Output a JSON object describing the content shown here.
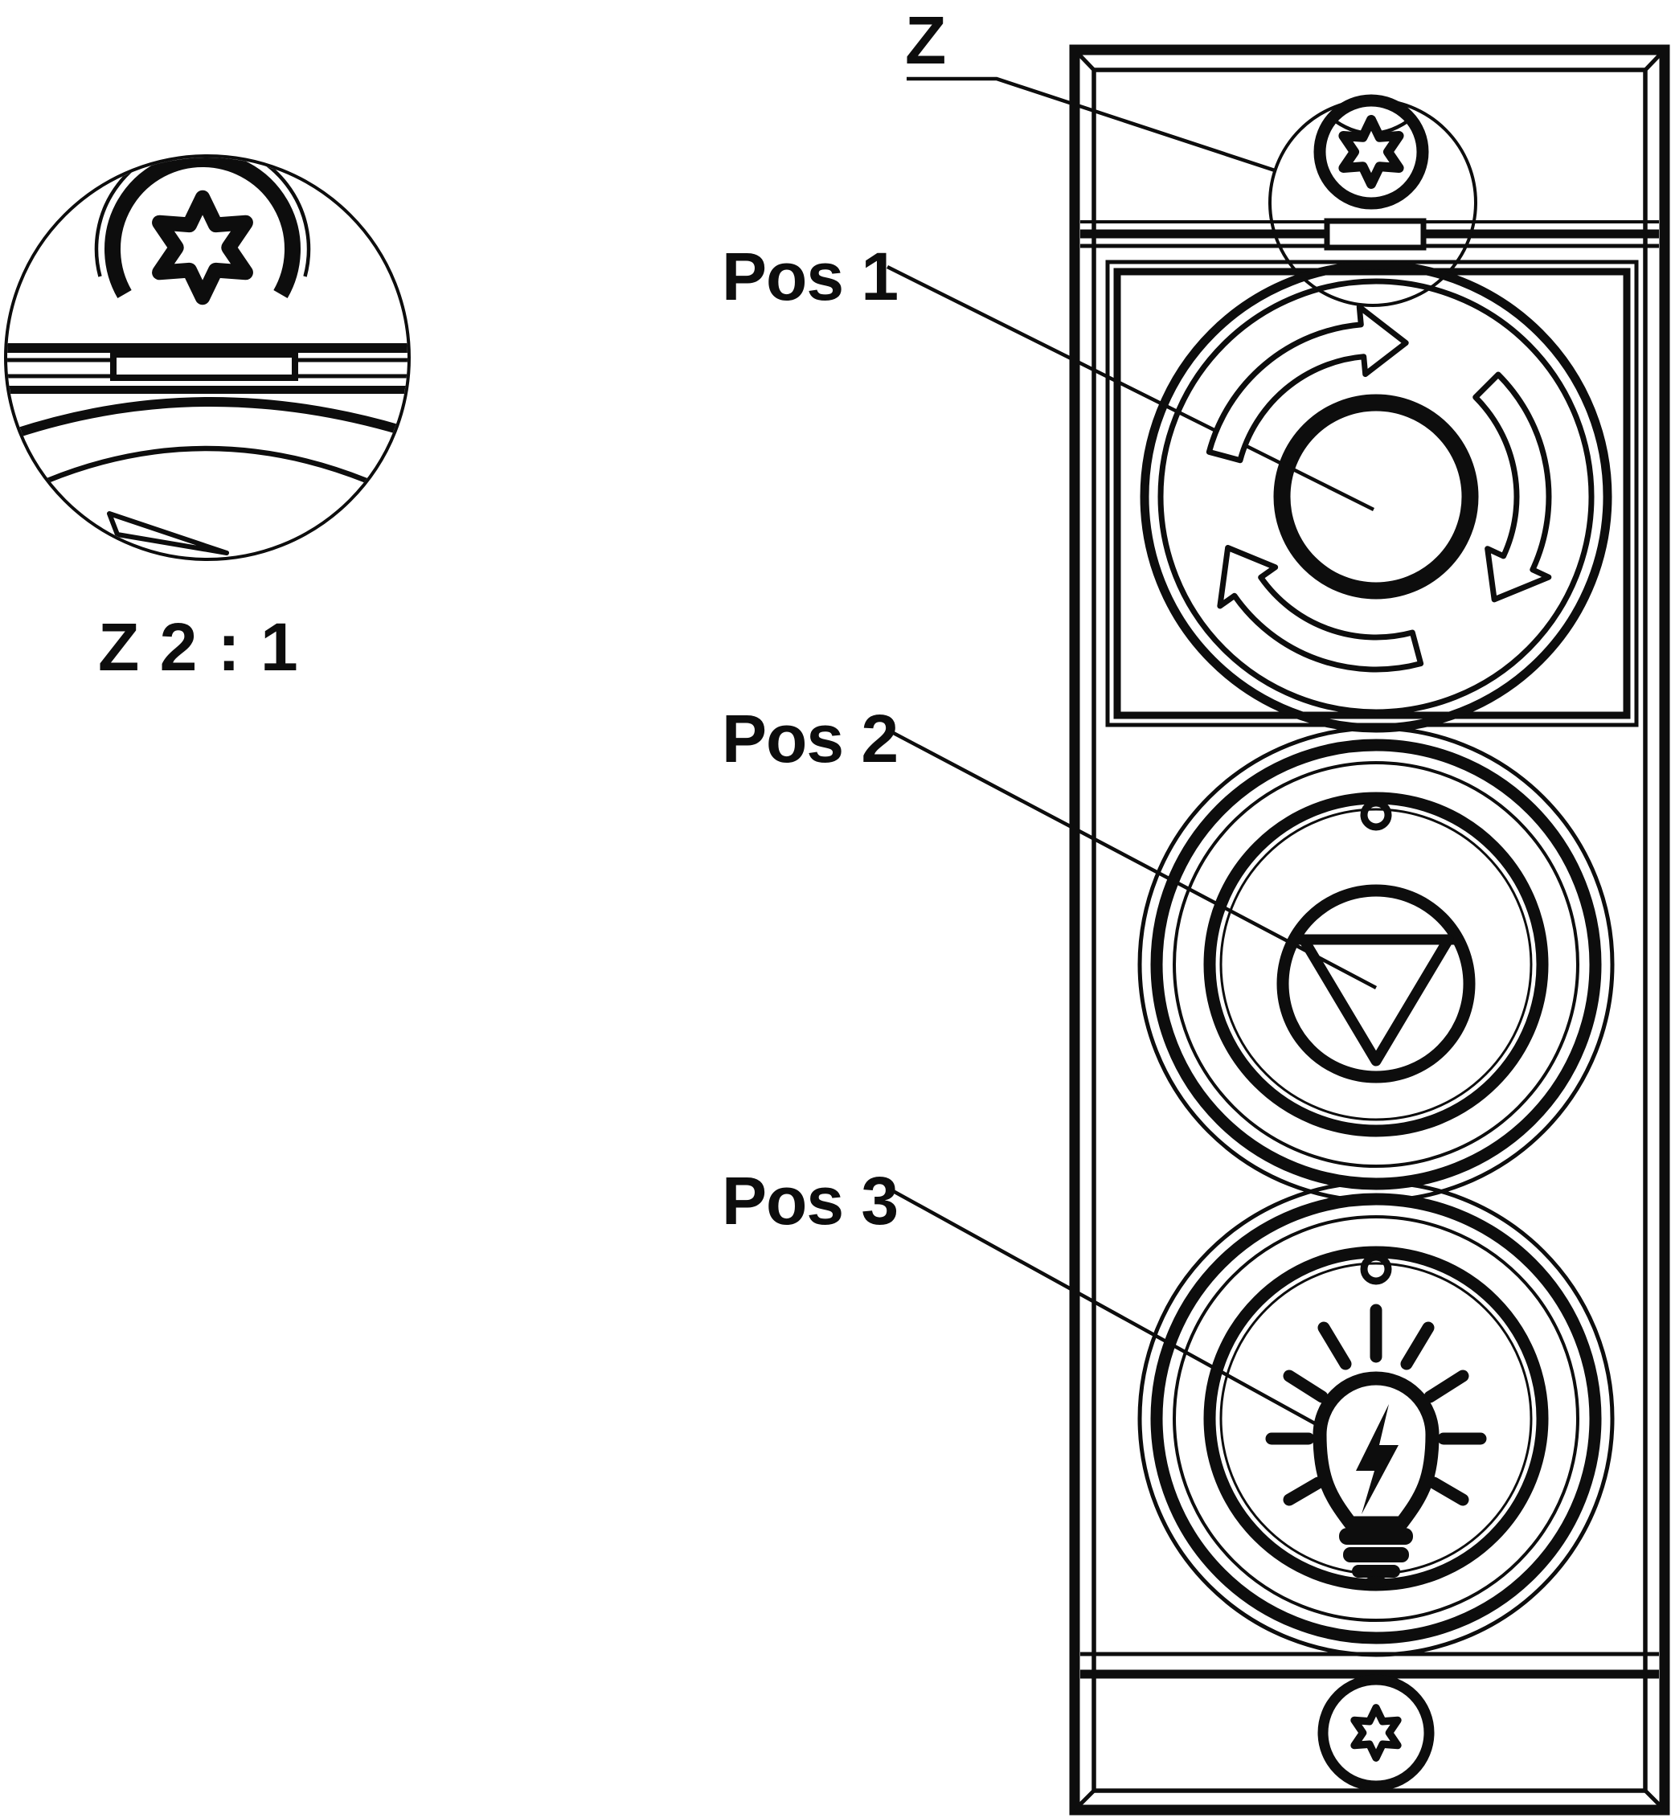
{
  "colors": {
    "ink": "#0d0d0d",
    "background": "#ffffff"
  },
  "labels": {
    "detail_callout": "Z",
    "detail_scale": "Z 2 : 1",
    "pos1": "Pos 1",
    "pos2": "Pos 2",
    "pos3": "Pos 3"
  },
  "icons": {
    "detail_screw": "torx-screw-icon",
    "top_screw": "torx-screw-icon",
    "bottom_screw": "torx-screw-icon",
    "pos1_symbol": "emergency-stop-rotate-arrows-icon",
    "pos2_symbol": "stop-triangle-icon",
    "pos3_symbol": "light-bulb-flash-icon"
  }
}
